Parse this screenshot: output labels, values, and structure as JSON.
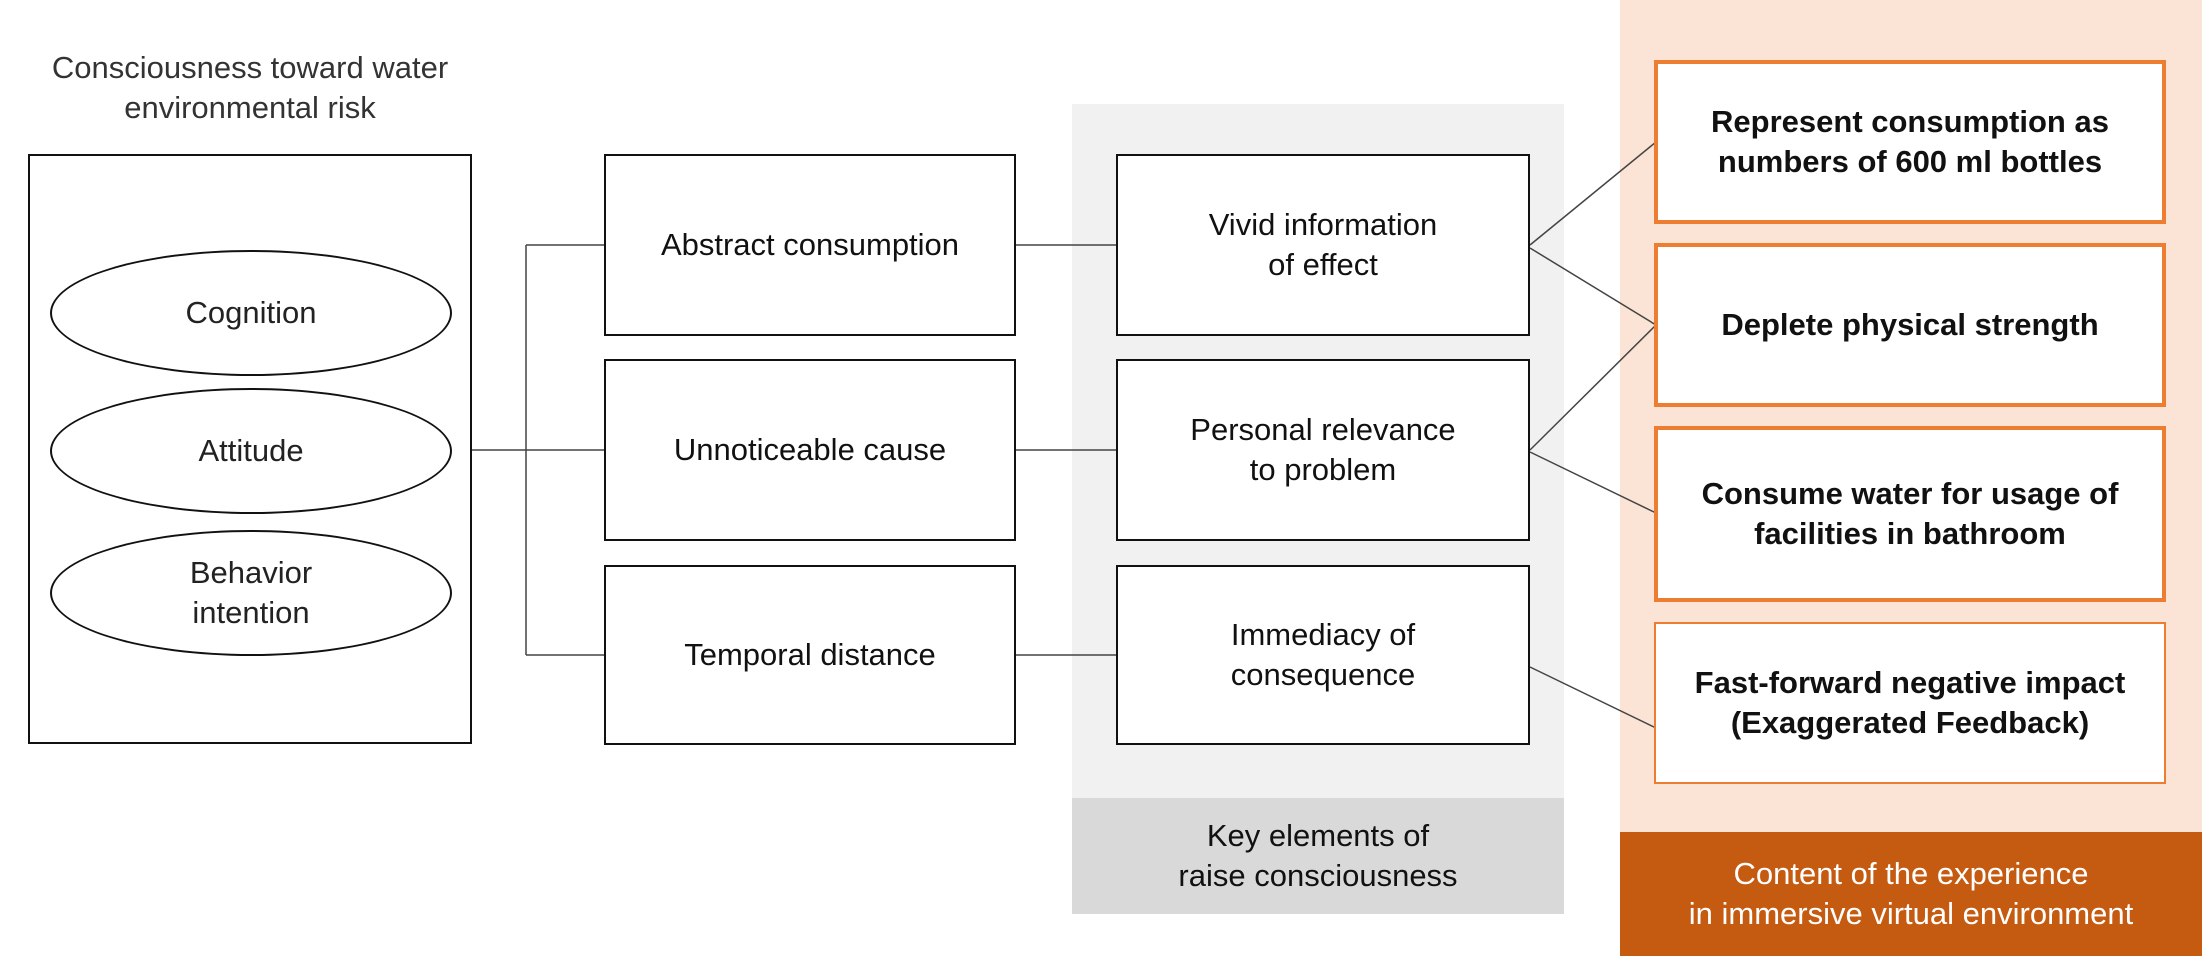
{
  "colors": {
    "orange_border": "#ed7d31",
    "orange_panel": "#fbe3d6",
    "orange_label": "#c55a11",
    "gray_panel": "#f1f1f1",
    "gray_label": "#d9d9d9"
  },
  "left": {
    "title": "Consciousness toward water\nenvironmental risk",
    "ellipses": [
      "Cognition",
      "Attitude",
      "Behavior\nintention"
    ]
  },
  "barriers": [
    "Abstract consumption",
    "Unnoticeable cause",
    "Temporal distance"
  ],
  "key_elements": {
    "items": [
      "Vivid information\nof effect",
      "Personal relevance\nto problem",
      "Immediacy of\nconsequence"
    ],
    "label": "Key elements of\nraise consciousness"
  },
  "content": {
    "items": [
      "Represent consumption as\nnumbers of 600 ml bottles",
      "Deplete physical strength",
      "Consume water for usage of\nfacilities in bathroom",
      "Fast-forward negative impact\n(Exaggerated Feedback)"
    ],
    "label": "Content of the experience\nin immersive virtual environment"
  }
}
